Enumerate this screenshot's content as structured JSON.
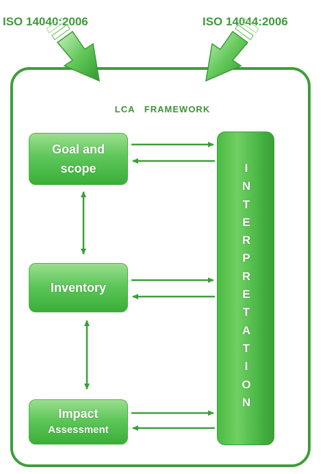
{
  "standards": {
    "left": "ISO 14040:2006",
    "right": "ISO 14044:2006"
  },
  "framework": {
    "title": "LCA   FRAMEWORK"
  },
  "phases": {
    "goal": {
      "line1": "Goal and",
      "line2": "scope"
    },
    "inventory": {
      "line1": "Inventory"
    },
    "impact": {
      "line1": "Impact",
      "line2": "Assessment"
    }
  },
  "interpretation": {
    "letters": [
      "I",
      "N",
      "T",
      "E",
      "R",
      "P",
      "R",
      "E",
      "T",
      "A",
      "T",
      "I",
      "O",
      "N"
    ]
  },
  "colors": {
    "accent_green": "#3d9e3a",
    "box_green": "#5ec75a",
    "text_on_green": "#ffffff"
  },
  "icons": {
    "standard_arrows": "diagonal-block-arrow",
    "flow_arrows": "double-arrow"
  }
}
